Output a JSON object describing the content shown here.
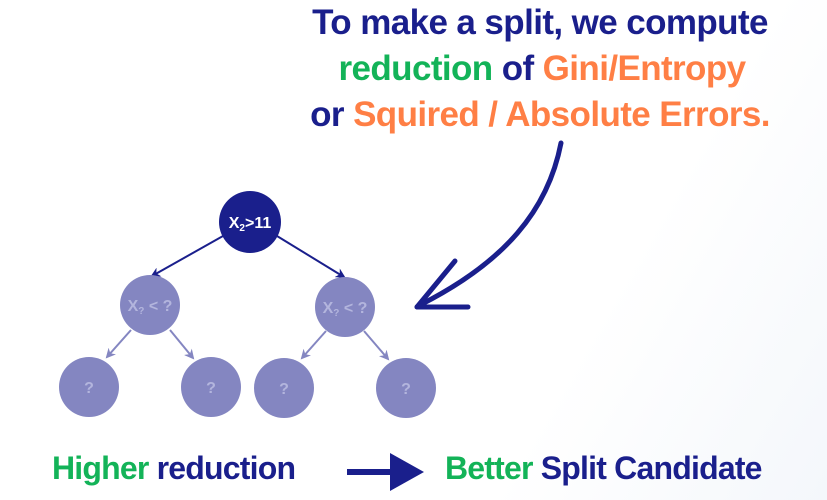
{
  "headline": {
    "line1": [
      {
        "text": "To make a split, we compute",
        "color": "navy"
      }
    ],
    "line2": [
      {
        "text": "reduction",
        "color": "green"
      },
      {
        "text": " of ",
        "color": "navy"
      },
      {
        "text": "Gini/Entropy",
        "color": "orange"
      }
    ],
    "line3": [
      {
        "text": "or ",
        "color": "navy"
      },
      {
        "text": "Squired / Absolute Errors.",
        "color": "orange"
      }
    ]
  },
  "tree": {
    "root": {
      "label": "X",
      "subscript": "2",
      "suffix": ">11"
    },
    "level2": [
      {
        "label": "X",
        "subscript": "?",
        "suffix": " < ?"
      },
      {
        "label": "X",
        "subscript": "?",
        "suffix": " < ?"
      }
    ],
    "leaves": [
      "?",
      "?",
      "?",
      "?"
    ]
  },
  "footer": {
    "left": [
      {
        "text": "Higher",
        "color": "green"
      },
      {
        "text": " reduction",
        "color": "navy"
      }
    ],
    "right": [
      {
        "text": "Better",
        "color": "green"
      },
      {
        "text": " Split Candidate",
        "color": "navy"
      }
    ]
  },
  "colors": {
    "navy": "#1a1f8c",
    "green": "#13b358",
    "orange": "#ff7f45",
    "node_light": "#8486c1",
    "node_text_light": "#b3b5dd",
    "edge_light": "#8486c1"
  }
}
